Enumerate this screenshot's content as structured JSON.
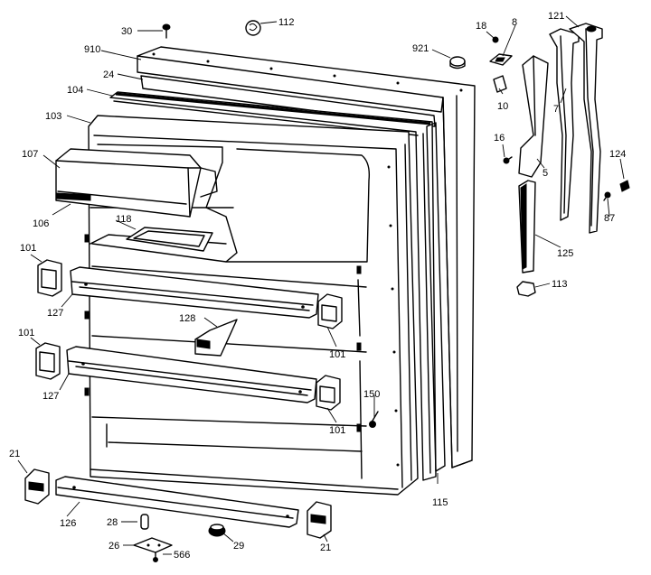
{
  "labels": {
    "p30": "30",
    "p112": "112",
    "p910": "910",
    "p24": "24",
    "p104": "104",
    "p103": "103",
    "p107": "107",
    "p106": "106",
    "p118": "118",
    "p101a": "101",
    "p127a": "127",
    "p128": "128",
    "p101b": "101",
    "p127b": "127",
    "p101c": "101",
    "p101d": "101",
    "p150": "150",
    "p21a": "21",
    "p126": "126",
    "p28": "28",
    "p26": "26",
    "p566": "566",
    "p29": "29",
    "p21b": "21",
    "p115": "115",
    "p921": "921",
    "p18": "18",
    "p8": "8",
    "p10": "10",
    "p16": "16",
    "p5": "5",
    "p121": "121",
    "p7": "7",
    "p124": "124",
    "p87": "87",
    "p125": "125",
    "p113": "113"
  }
}
